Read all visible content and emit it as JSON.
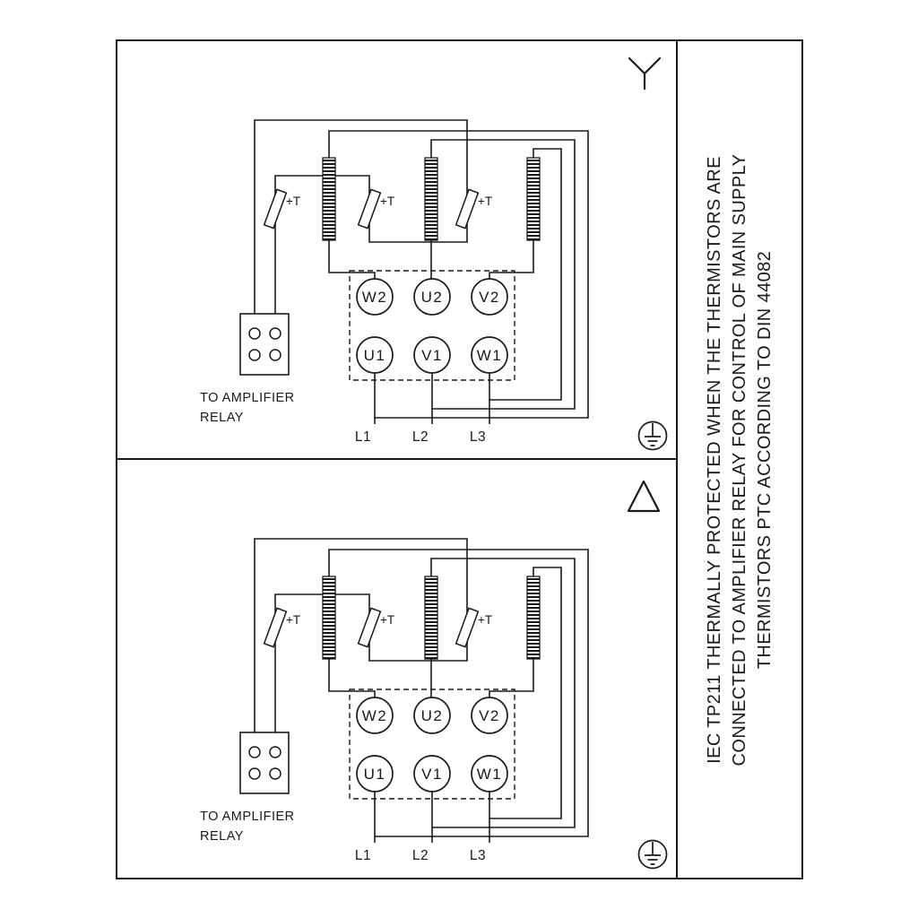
{
  "ink_color": "#1a1a1a",
  "side_note": {
    "line1": "IEC TP211 THERMALLY PROTECTED WHEN THE THERMISTORS ARE",
    "line2": "CONNECTED TO AMPLIFIER RELAY FOR CONTROL OF MAIN SUPPLY",
    "line3": "THERMISTORS PTC ACCORDING TO DIN 44082"
  },
  "panels": [
    {
      "connection_type": "star",
      "symbol": "star-symbol",
      "terminals_top": [
        "W2",
        "U2",
        "V2"
      ],
      "terminals_bottom": [
        "U1",
        "V1",
        "W1"
      ],
      "leads": [
        "L1",
        "L2",
        "L3"
      ],
      "thermistor_label": "+T",
      "relay_caption_line1": "TO AMPLIFIER",
      "relay_caption_line2": "RELAY"
    },
    {
      "connection_type": "delta",
      "symbol": "delta-symbol",
      "terminals_top": [
        "W2",
        "U2",
        "V2"
      ],
      "terminals_bottom": [
        "U1",
        "V1",
        "W1"
      ],
      "leads": [
        "L1",
        "L2",
        "L3"
      ],
      "thermistor_label": "+T",
      "relay_caption_line1": "TO AMPLIFIER",
      "relay_caption_line2": "RELAY"
    }
  ]
}
